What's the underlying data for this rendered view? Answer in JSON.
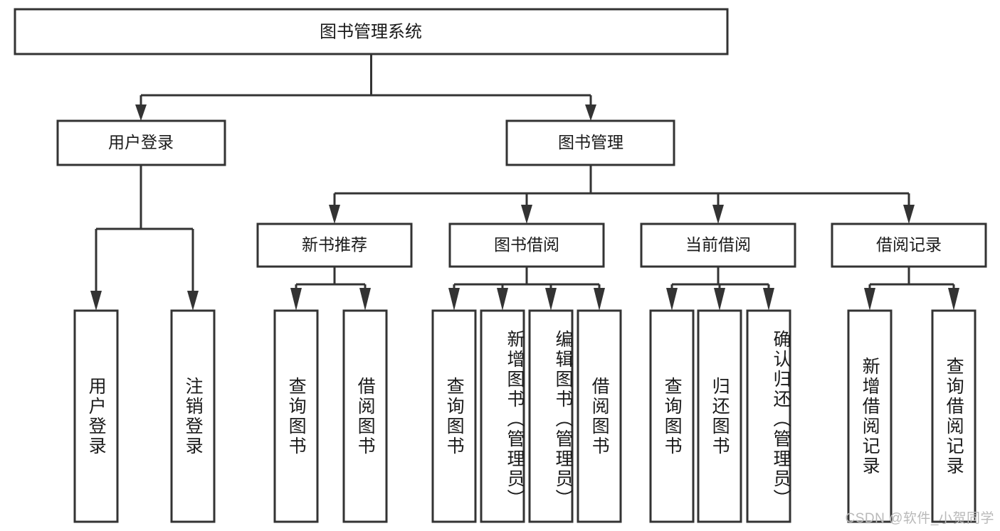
{
  "diagram": {
    "type": "tree-hierarchy-chart",
    "title": "图书管理系统",
    "watermark": "CSDN @软件_小贺同学",
    "colors": {
      "stroke": "#333333",
      "box_fill": "#ffffff",
      "text": "#1a1a1a",
      "background": "#ffffff",
      "watermark": "#b9b9b9"
    },
    "root": {
      "id": "root",
      "label": "图书管理系统"
    },
    "level2": [
      {
        "id": "user-login",
        "label": "用户登录"
      },
      {
        "id": "book-manage",
        "label": "图书管理"
      }
    ],
    "level3": [
      {
        "id": "new-book-recommend",
        "label": "新书推荐",
        "parent": "book-manage"
      },
      {
        "id": "book-borrow",
        "label": "图书借阅",
        "parent": "book-manage"
      },
      {
        "id": "current-borrow",
        "label": "当前借阅",
        "parent": "book-manage"
      },
      {
        "id": "borrow-record",
        "label": "借阅记录",
        "parent": "book-manage"
      }
    ],
    "leaves": [
      {
        "id": "leaf-user-login",
        "label": "用户登录",
        "parent": "user-login"
      },
      {
        "id": "leaf-logout",
        "label": "注销登录",
        "parent": "user-login"
      },
      {
        "id": "leaf-query-book-1",
        "label": "查询图书",
        "parent": "new-book-recommend"
      },
      {
        "id": "leaf-borrow-book-1",
        "label": "借阅图书",
        "parent": "new-book-recommend"
      },
      {
        "id": "leaf-query-book-2",
        "label": "查询图书",
        "parent": "book-borrow"
      },
      {
        "id": "leaf-add-book",
        "label": "新增图书（管理员）",
        "parent": "book-borrow"
      },
      {
        "id": "leaf-edit-book",
        "label": "编辑图书（管理员）",
        "parent": "book-borrow"
      },
      {
        "id": "leaf-borrow-book-2",
        "label": "借阅图书",
        "parent": "book-borrow"
      },
      {
        "id": "leaf-query-book-3",
        "label": "查询图书",
        "parent": "current-borrow"
      },
      {
        "id": "leaf-return-book",
        "label": "归还图书",
        "parent": "current-borrow"
      },
      {
        "id": "leaf-confirm-return",
        "label": "确认归还（管理员）",
        "parent": "current-borrow"
      },
      {
        "id": "leaf-add-record",
        "label": "新增借阅记录",
        "parent": "borrow-record"
      },
      {
        "id": "leaf-query-record",
        "label": "查询借阅记录",
        "parent": "borrow-record"
      }
    ]
  }
}
